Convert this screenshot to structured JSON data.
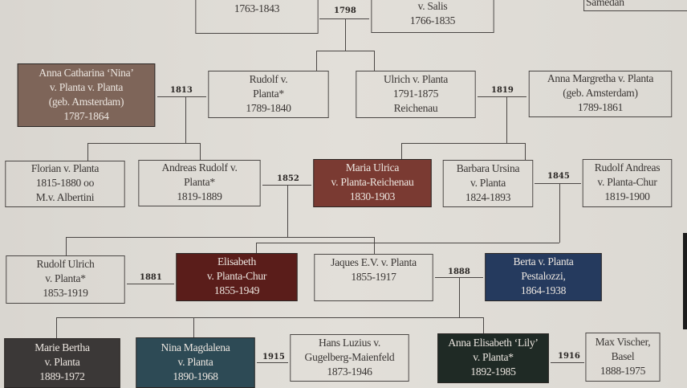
{
  "colors": {
    "brown": "#7e6559",
    "maroon": "#7a3a32",
    "dark_red": "#5a1d1a",
    "navy": "#253a5e",
    "charcoal": "#3b3837",
    "teal": "#2d4a55",
    "dark_green": "#1f2a25"
  },
  "nodes": {
    "top_left": {
      "lines": [
        "1763-1843"
      ]
    },
    "top_right": {
      "lines": [
        "v. Salis",
        "1766-1835"
      ]
    },
    "samedan": {
      "lines": [
        "Samedan"
      ]
    },
    "anna_catharina": {
      "lines": [
        "Anna Catharina ‘Nina’",
        "v. Planta v. Planta",
        "(geb. Amsterdam)",
        "1787-1864"
      ]
    },
    "rudolf": {
      "lines": [
        "Rudolf v.",
        "Planta*",
        "1789-1840"
      ]
    },
    "ulrich": {
      "lines": [
        "Ulrich v. Planta",
        "1791-1875",
        "Reichenau"
      ]
    },
    "anna_margretha": {
      "lines": [
        "Anna Margretha v. Planta",
        "(geb. Amsterdam)",
        "1789-1861"
      ]
    },
    "florian": {
      "lines": [
        "Florian v. Planta",
        "1815-1880 oo",
        "M.v. Albertini"
      ]
    },
    "andreas_rudolf": {
      "lines": [
        "Andreas Rudolf v.",
        "Planta*",
        "1819-1889"
      ]
    },
    "maria_ulrica": {
      "lines": [
        "Maria Ulrica",
        "v. Planta-Reichenau",
        "1830-1903"
      ]
    },
    "barbara_ursina": {
      "lines": [
        "Barbara Ursina",
        "v. Planta",
        "1824-1893"
      ]
    },
    "rudolf_andreas": {
      "lines": [
        "Rudolf Andreas",
        "v. Planta-Chur",
        "1819-1900"
      ]
    },
    "rudolf_ulrich": {
      "lines": [
        "Rudolf Ulrich",
        "v. Planta*",
        "1853-1919"
      ]
    },
    "elisabeth": {
      "lines": [
        "Elisabeth",
        "v. Planta-Chur",
        "1855-1949"
      ]
    },
    "jaques": {
      "lines": [
        "Jaques E.V. v. Planta",
        "1855-1917"
      ]
    },
    "berta": {
      "lines": [
        "Berta v. Planta",
        "Pestalozzi,",
        "1864-1938"
      ]
    },
    "marie_bertha": {
      "lines": [
        "Marie Bertha",
        "v. Planta",
        "1889-1972"
      ]
    },
    "nina_magdalena": {
      "lines": [
        "Nina Magdalena",
        "v. Planta",
        "1890-1968"
      ]
    },
    "hans_luzius": {
      "lines": [
        "Hans Luzius v.",
        "Gugelberg-Maienfeld",
        "1873-1946"
      ]
    },
    "anna_elisabeth": {
      "lines": [
        "Anna Elisabeth ‘Lily’",
        "v. Planta*",
        "1892-1985"
      ]
    },
    "max_vischer": {
      "lines": [
        "Max Vischer,",
        "Basel",
        "1888-1975"
      ]
    }
  },
  "marriages": {
    "m1798": "1798",
    "m1813": "1813",
    "m1819": "1819",
    "m1852": "1852",
    "m1845": "1845",
    "m1881": "1881",
    "m1888": "1888",
    "m1915": "1915",
    "m1916": "1916"
  }
}
